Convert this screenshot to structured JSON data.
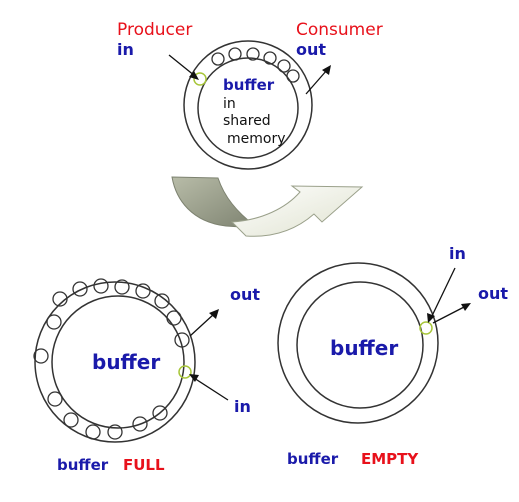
{
  "top": {
    "producer_label": "Producer",
    "producer_pointer": "in",
    "consumer_label": "Consumer",
    "consumer_pointer": "out",
    "buffer_title": "buffer",
    "buffer_line1": "in",
    "buffer_line2": "shared",
    "buffer_line3": "memory"
  },
  "full": {
    "buffer_label": "buffer",
    "out_label": "out",
    "in_label": "in",
    "caption_prefix": "buffer",
    "caption_state": "FULL"
  },
  "empty": {
    "buffer_label": "buffer",
    "in_label": "in",
    "out_label": "out",
    "caption_prefix": "buffer",
    "caption_state": "EMPTY"
  },
  "colors": {
    "red": "#e8111b",
    "blue": "#1a1aaa",
    "highlight_slot": "#a8c63a",
    "arrow_dark": "#9aa08a",
    "arrow_light": "#eef0e2"
  }
}
